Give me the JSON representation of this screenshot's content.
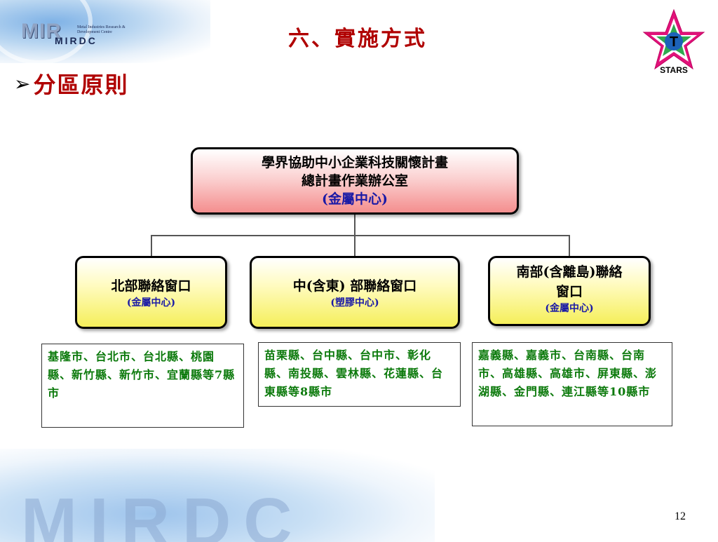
{
  "logo": {
    "mir": "MIR",
    "mirdc": "MIRDC",
    "sub_line1": "Metal Industries Research &",
    "sub_line2": "Development Centre"
  },
  "header": {
    "title": "六、實施方式",
    "bullet": "分區原則"
  },
  "stars_logo": {
    "letter": "T",
    "label": "STARS"
  },
  "org": {
    "top": {
      "line1": "學界協助中小企業科技關懷計畫",
      "line2": "總計畫作業辦公室",
      "line3": "(金屬中心)"
    },
    "north": {
      "title": "北部聯絡窗口",
      "sub": "(金屬中心)"
    },
    "central": {
      "title": "中(含東) 部聯絡窗口",
      "sub": "(塑膠中心)"
    },
    "south": {
      "title_line1": "南部(含離島)聯絡",
      "title_line2": "窗口",
      "sub": "(金屬中心)"
    }
  },
  "regions": {
    "north_list": "基隆市、台北市、台北縣、桃園縣、新竹縣、新竹市、宜蘭縣等7縣市",
    "central_list": "苗栗縣、台中縣、台中市、彰化縣、南投縣、雲林縣、花蓮縣、台東縣等8縣市",
    "south_list": "嘉義縣、嘉義市、台南縣、台南市、高雄縣、高雄市、屏東縣、澎湖縣、金門縣、連江縣等10縣市"
  },
  "watermark": "MIRDC",
  "page_number": "12",
  "colors": {
    "title_red": "#b00000",
    "list_green": "#0c7a0c",
    "sub_blue": "#1a1aa6",
    "top_box_fill": "#f48e8e",
    "mid_box_fill": "#f5ef5a"
  }
}
